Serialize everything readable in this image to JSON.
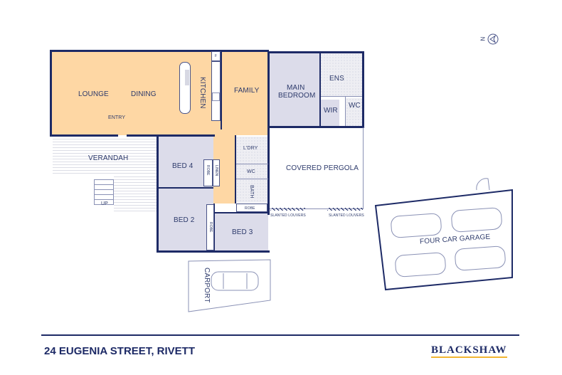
{
  "plan": {
    "address": "24 EUGENIA STREET, RIVETT",
    "agency": "BLACKSHAW",
    "compass": {
      "letter": "N",
      "icon": "north-arrow-icon"
    },
    "colors": {
      "living_fill": "#fed7a4",
      "bedroom_fill": "#dcdcea",
      "wall": "#1d2a66",
      "text": "#2d3a6b",
      "logo_underline": "#f2b632"
    },
    "rooms": {
      "lounge": "LOUNGE",
      "dining": "DINING",
      "kitchen": "KITCHEN",
      "family": "FAMILY",
      "entry": "ENTRY",
      "main_bedroom_line1": "MAIN",
      "main_bedroom_line2": "BEDROOM",
      "ens": "ENS",
      "wir": "WIR",
      "wc_ensuite": "WC",
      "verandah": "VERANDAH",
      "up": "UP",
      "bed4": "BED 4",
      "robe_bed4": "ROBE",
      "linen": "LINEN",
      "laundry": "L'DRY",
      "wc": "WC",
      "bath": "BATH",
      "robe_bed3": "ROBE",
      "bed2": "BED 2",
      "robe_bed2": "ROBE",
      "bed3": "BED 3",
      "covered_pergola": "COVERED PERGOLA",
      "louvers_left": "SLANTED LOUVERS",
      "louvers_right": "SLANTED LOUVERS",
      "four_car_garage": "FOUR CAR GARAGE",
      "carport": "CARPORT",
      "fridge": "F"
    }
  }
}
